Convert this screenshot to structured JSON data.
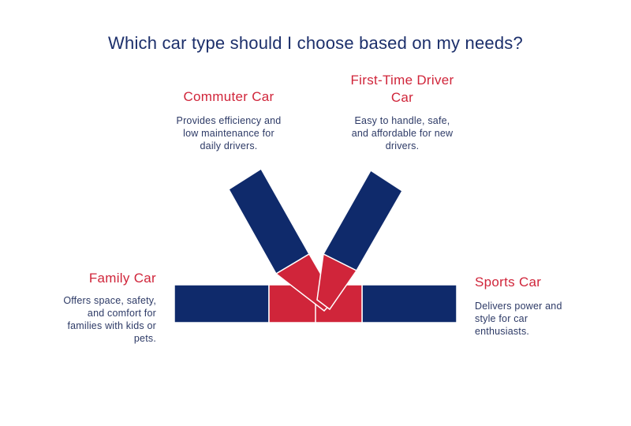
{
  "title": "Which car type should I choose based on my needs?",
  "colors": {
    "navy": "#0f2a6b",
    "red": "#d0253a",
    "heading": "#1c2f6b",
    "text": "#2d3a66"
  },
  "options": {
    "commuter": {
      "title": "Commuter Car",
      "desc_lines": [
        "Provides efficiency and",
        "low maintenance for",
        "daily drivers."
      ]
    },
    "first_time": {
      "title_lines": [
        "First-Time Driver",
        "Car"
      ],
      "desc_lines": [
        "Easy to handle, safe,",
        "and affordable for new",
        "drivers."
      ]
    },
    "family": {
      "title": "Family Car",
      "desc_lines": [
        "Offers space, safety,",
        "and comfort for",
        "families with kids or",
        "pets."
      ]
    },
    "sports": {
      "title": "Sports Car",
      "desc_lines": [
        "Delivers power and",
        "style for car",
        "enthusiasts."
      ]
    }
  }
}
